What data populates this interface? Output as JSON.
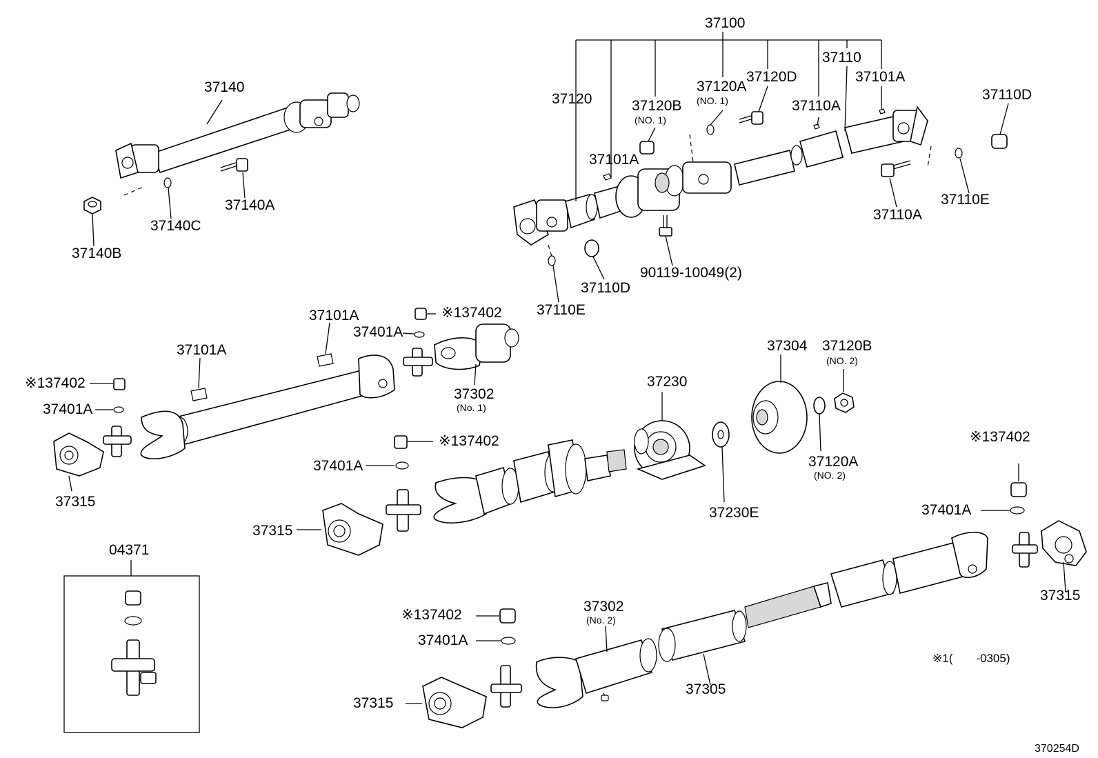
{
  "diagram": {
    "labels": {
      "p37100": "37100",
      "p37140": "37140",
      "p37140a": "37140A",
      "p37140c": "37140C",
      "p37140b": "37140B",
      "p37120": "37120",
      "p37120b_1": "37120B",
      "p37120b_1_note": "(NO. 1)",
      "p37120a_1": "37120A",
      "p37120a_1_note": "(NO. 1)",
      "p37120d": "37120D",
      "p37110": "37110",
      "p37110a_top": "37110A",
      "p37101a_top": "37101A",
      "p37110d_right": "37110D",
      "p37101a_mid": "37101A",
      "p37110a_right": "37110A",
      "p37110e_right": "37110E",
      "p90119": "90119-10049(2)",
      "p37110d_left": "37110D",
      "p37110e_left": "37110E",
      "p37101a_shaft1": "37101A",
      "p37101a_shaft2": "37101A",
      "p37402_a": "※137402",
      "p37401a_a": "37401A",
      "p37302_1": "37302",
      "p37302_1_note": "(No. 1)",
      "p37402_b": "※137402",
      "p37401a_b": "37401A",
      "p37315_a": "37315",
      "p37304": "37304",
      "p37120b_2": "37120B",
      "p37120b_2_note": "(NO. 2)",
      "p37230": "37230",
      "p37402_c": "※137402",
      "p37401a_c": "37401A",
      "p37315_b": "37315",
      "p37230e": "37230E",
      "p37120a_2": "37120A",
      "p37120a_2_note": "(NO. 2)",
      "p37402_d": "※137402",
      "p37401a_d": "37401A",
      "p37315_c": "37315",
      "p04371": "04371",
      "p37402_e": "※137402",
      "p37401a_e": "37401A",
      "p37302_2": "37302",
      "p37302_2_note": "(No. 2)",
      "p37315_d": "37315",
      "p37305": "37305",
      "footnote": "※1(　　-0305)",
      "figure_code": "370254D"
    }
  }
}
